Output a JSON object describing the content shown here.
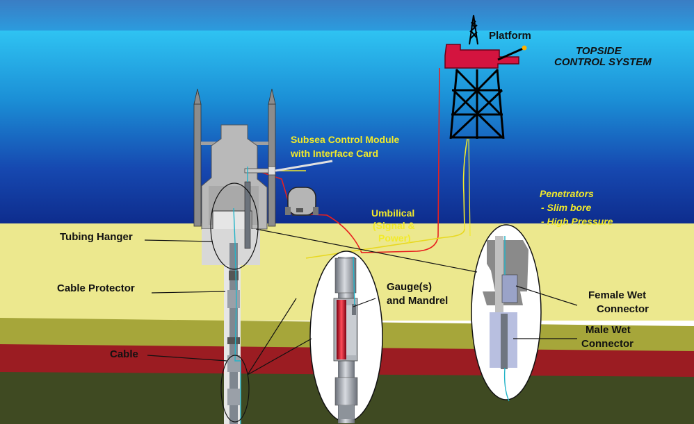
{
  "labels": {
    "platform": "Platform",
    "topside_line1": "TOPSIDE",
    "topside_line2": "CONTROL SYSTEM",
    "scm_line1": "Subsea Control Module",
    "scm_line2": "with Interface Card",
    "umbilical_line1": "Umbilical",
    "umbilical_line2": "(Signal &",
    "umbilical_line3": "Power)",
    "penetrators_title": "Penetrators",
    "penetrators_item1": "- Slim bore",
    "penetrators_item2": "- High Pressure",
    "tubing_hanger": "Tubing Hanger",
    "cable_protector": "Cable Protector",
    "cable": "Cable",
    "gauge_line1": "Gauge(s)",
    "gauge_line2": "and Mandrel",
    "female_line1": "Female Wet",
    "female_line2": "Connector",
    "male_line1": "Male Wet",
    "male_line2": "Connector"
  },
  "colors": {
    "sky_top": "#4a8fd0",
    "sea_top": "#2fc3f2",
    "sea_bottom": "#0d2a8a",
    "seabed": "#ece88e",
    "sediment": "#a6a63a",
    "red_layer": "#9b1c22",
    "deep_layer": "#3f4a22",
    "platform": "#d4143f",
    "equipment_gray": "#b9b9b9",
    "label_yellow": "#f2ea2a",
    "label_black": "#111111"
  }
}
